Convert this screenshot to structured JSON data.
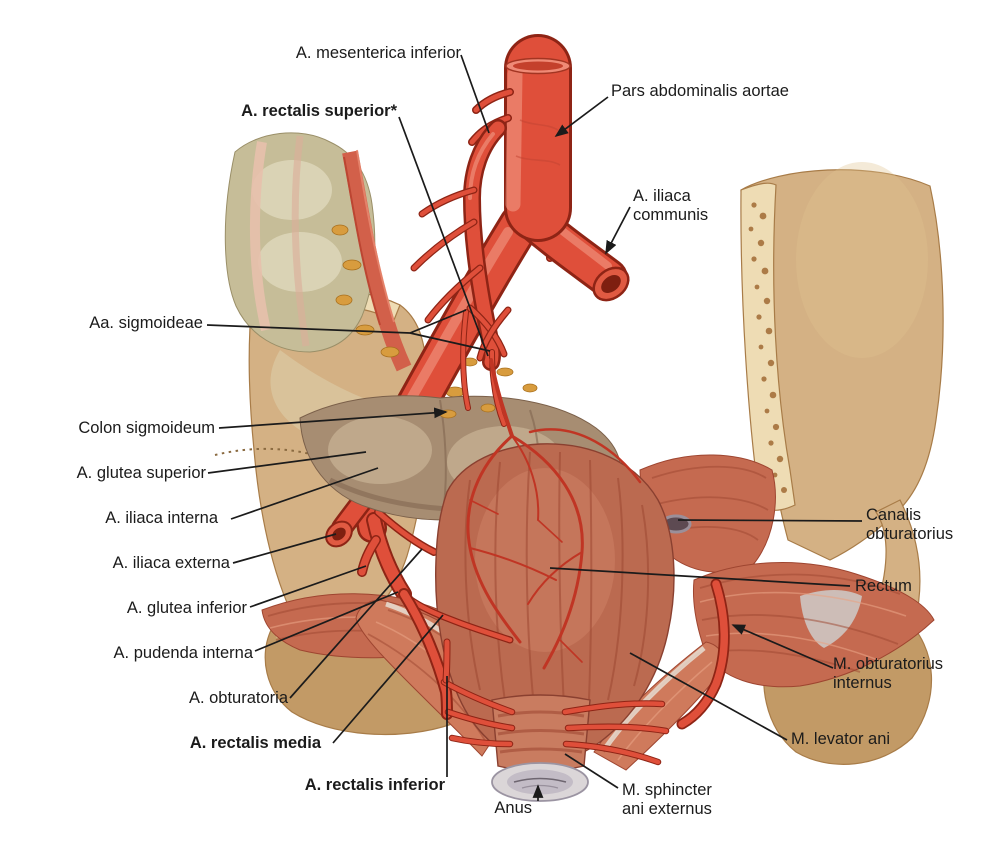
{
  "figure": {
    "type": "anatomical-diagram",
    "subject": "Arteries of the rectum and pelvis",
    "labels": [
      {
        "id": "a-mesenterica-inferior",
        "text": "A. mesenterica inferior",
        "bold": false
      },
      {
        "id": "a-rectalis-superior",
        "text": "A. rectalis superior*",
        "bold": true
      },
      {
        "id": "pars-abdominalis-aortae",
        "text": "Pars abdominalis aortae",
        "bold": false
      },
      {
        "id": "a-iliaca-communis",
        "text": "A. iliaca\ncommunis",
        "bold": false
      },
      {
        "id": "aa-sigmoideae",
        "text": "Aa. sigmoideae",
        "bold": false
      },
      {
        "id": "colon-sigmoideum",
        "text": "Colon sigmoideum",
        "bold": false
      },
      {
        "id": "a-glutea-superior",
        "text": "A. glutea superior",
        "bold": false
      },
      {
        "id": "a-iliaca-interna",
        "text": "A. iliaca interna",
        "bold": false
      },
      {
        "id": "a-iliaca-externa",
        "text": "A. iliaca externa",
        "bold": false
      },
      {
        "id": "a-glutea-inferior",
        "text": "A. glutea inferior",
        "bold": false
      },
      {
        "id": "a-pudenda-interna",
        "text": "A. pudenda interna",
        "bold": false
      },
      {
        "id": "a-obturatoria",
        "text": "A. obturatoria",
        "bold": false
      },
      {
        "id": "a-rectalis-media",
        "text": "A. rectalis media",
        "bold": true
      },
      {
        "id": "a-rectalis-inferior",
        "text": "A. rectalis inferior",
        "bold": true
      },
      {
        "id": "anus",
        "text": "Anus",
        "bold": false
      },
      {
        "id": "m-sphincter-ani-externus",
        "text": "M. sphincter\nani externus",
        "bold": false
      },
      {
        "id": "m-levator-ani",
        "text": "M. levator ani",
        "bold": false
      },
      {
        "id": "m-obturatorius-internus",
        "text": "M. obturatorius\ninternus",
        "bold": false
      },
      {
        "id": "rectum",
        "text": "Rectum",
        "bold": false
      },
      {
        "id": "canalis-obturatorius",
        "text": "Canalis\nobturatorius",
        "bold": false
      }
    ],
    "colors": {
      "background": "#ffffff",
      "leader": "#1b1b1b",
      "artery_red": "#df4f3a",
      "artery_dark": "#8e2415",
      "artery_mid": "#c03524",
      "artery_highlight": "#f29a84",
      "bone_tan": "#d4b184",
      "bone_dark": "#a87c48",
      "bone_cut": "#eedcb4",
      "spongy_dot": "#a06a34",
      "muscle": "#c56a50",
      "muscle_dark": "#9e4530",
      "muscle_light": "#e8a183",
      "colon_gray": "#a78d72",
      "colon_loop": "#c6bd98",
      "fat_yellow": "#d89c3e",
      "rectum": "#bb6a50",
      "anus_gray": "#d8d3d6"
    }
  }
}
